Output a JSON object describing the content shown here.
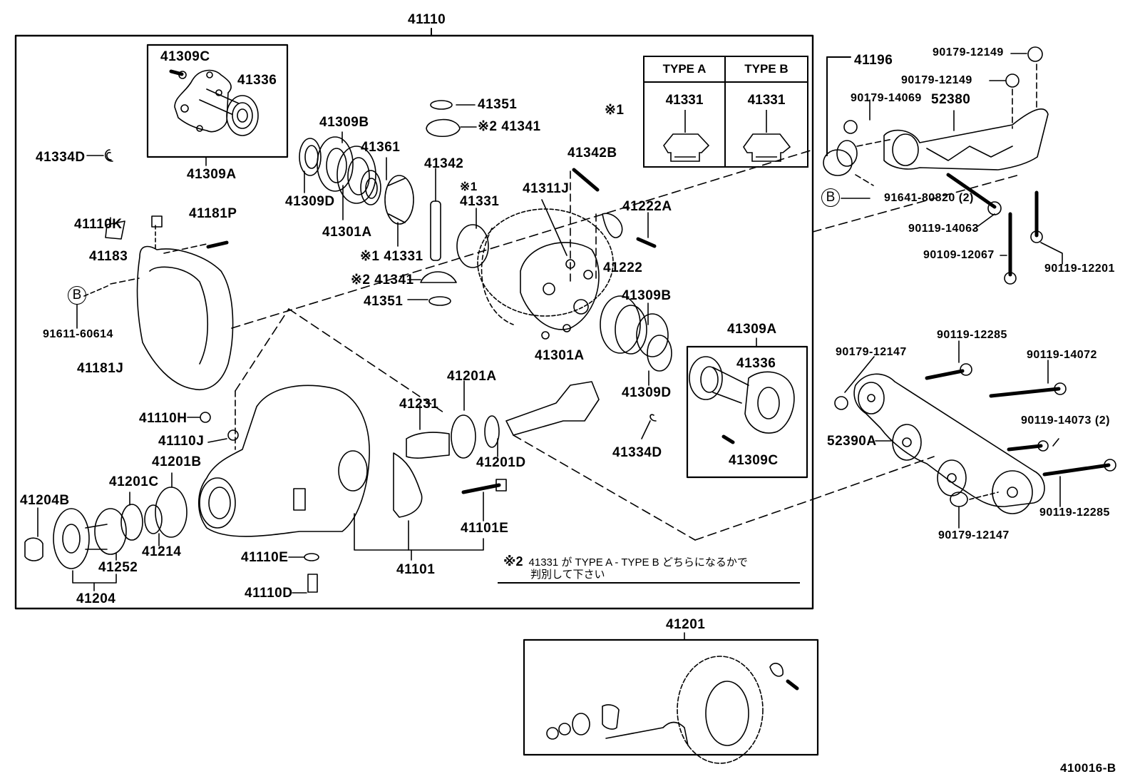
{
  "diagram": {
    "title": "41110",
    "figure_id": "410016-B",
    "group_labels": {
      "carrier_assembly": "41110",
      "ring_pinion_kit": "41201",
      "side_bearing_retainer_left": "41309A",
      "side_bearing_retainer_right": "41309A",
      "pinion_bearing_group": "41204",
      "carrier_cap_group": "41101"
    },
    "type_table": {
      "marker": "※1",
      "columns": [
        {
          "header": "TYPE A",
          "part": "41331"
        },
        {
          "header": "TYPE B",
          "part": "41331"
        }
      ]
    },
    "note": {
      "marker": "※2",
      "line1": "41331 が TYPE A - TYPE B どちらになるかで",
      "line2": "判別して下さい"
    },
    "circle_ref": "B",
    "callouts": {
      "left_box": [
        "41309C",
        "41336"
      ],
      "left_misc": [
        "41334D",
        "41110K",
        "41181P",
        "41183",
        "91611-60614",
        "41181J"
      ],
      "bearings_left": [
        "41309B",
        "41361",
        "41309D",
        "41301A"
      ],
      "gears": [
        "41351",
        "※2 41341",
        "41342",
        "※1 41331",
        "※1 41331",
        "※2 41341",
        "41351"
      ],
      "case": [
        "41342B",
        "41311J",
        "41222A",
        "41222"
      ],
      "bearings_right": [
        "41309B",
        "41301A",
        "41309D",
        "41334D"
      ],
      "right_box": [
        "41336",
        "41309C"
      ],
      "housing": [
        "41110H",
        "41110J",
        "41201B",
        "41201C",
        "41204B",
        "41252",
        "41214",
        "41110E",
        "41110D"
      ],
      "pinion": [
        "41231",
        "41201A",
        "41201D",
        "41101E"
      ],
      "upper_mount": [
        "41196",
        "90179-12149",
        "90179-12149",
        "90179-14069",
        "52380",
        "91641-80820 (2)",
        "90119-14063",
        "90109-12067",
        "90119-12201"
      ],
      "lower_mount": [
        "90179-12147",
        "90119-12285",
        "90119-14072",
        "90119-14073 (2)",
        "52390A",
        "90119-12285",
        "90179-12147"
      ]
    }
  }
}
